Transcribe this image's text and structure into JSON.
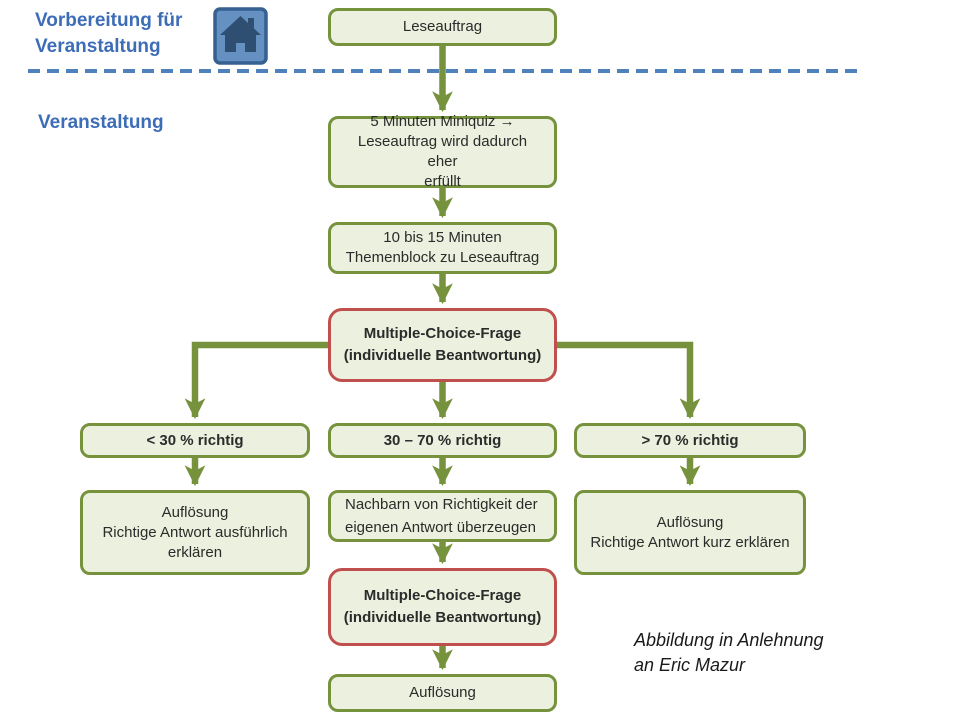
{
  "header": {
    "section1_label": "Vorbereitung für\nVeranstaltung",
    "section2_label": "Veranstaltung",
    "home_icon": "home-icon"
  },
  "caption": "Abbildung in Anlehnung\nan Eric Mazur",
  "colors": {
    "heading_blue": "#3e6db8",
    "divider_blue": "#4f81bd",
    "node_fill": "#ebf1de",
    "node_border_green": "#76923c",
    "node_border_red": "#c0504d",
    "arrow_green": "#76923c",
    "home_icon_fill": "#6590c2",
    "home_icon_border": "#35608f",
    "home_icon_glyph": "#2e4e72"
  },
  "diagram": {
    "type": "flowchart",
    "nodes": [
      {
        "id": "leseauftrag",
        "label": "Leseauftrag"
      },
      {
        "id": "miniquiz",
        "label": "5 Minuten Miniquiz →\nLeseauftrag wird dadurch eher\nerfüllt"
      },
      {
        "id": "themenblock",
        "label": "10 bis 15 Minuten\nThemenblock zu Leseauftrag"
      },
      {
        "id": "mc-frage-1",
        "label": "Multiple-Choice-Frage\n(individuelle Beantwortung)"
      },
      {
        "id": "unter-30",
        "label": "< 30 % richtig"
      },
      {
        "id": "30-bis-70",
        "label": "30 – 70 % richtig"
      },
      {
        "id": "ueber-70",
        "label": "> 70 % richtig"
      },
      {
        "id": "aufloesung-links",
        "label": "Auflösung\nRichtige Antwort ausführlich\nerklären"
      },
      {
        "id": "nachbarn",
        "label": "Nachbarn von Richtigkeit der\neigenen Antwort überzeugen"
      },
      {
        "id": "aufloesung-rechts",
        "label": "Auflösung\nRichtige Antwort kurz erklären"
      },
      {
        "id": "mc-frage-2",
        "label": "Multiple-Choice-Frage\n(individuelle Beantwortung)"
      },
      {
        "id": "aufloesung-final",
        "label": "Auflösung"
      }
    ]
  }
}
